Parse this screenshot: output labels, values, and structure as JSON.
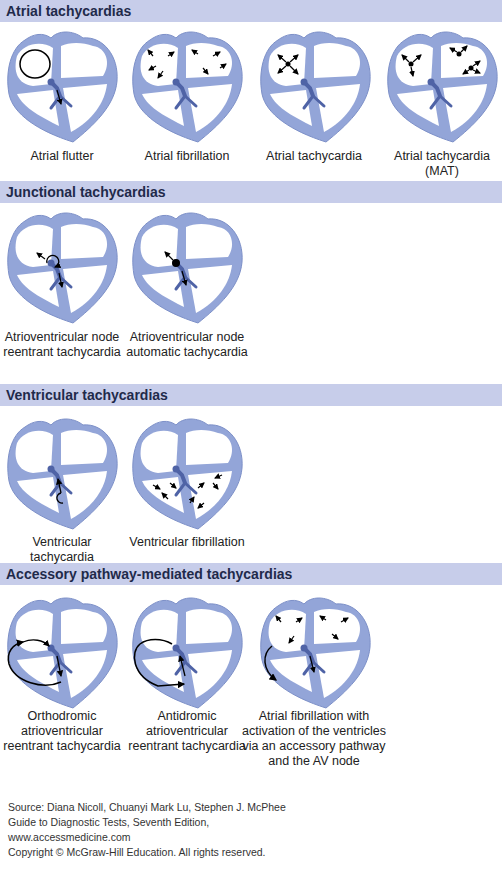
{
  "diagram": {
    "nodes": [
      {
        "text": [
          "Atrial tachycardias"
        ]
      },
      {
        "text": [
          "Junctional tachycardias"
        ]
      },
      {
        "text": [
          "Ventricular tachycardias"
        ]
      },
      {
        "text": [
          "Accessory pathway-mediated tachycardias"
        ]
      }
    ],
    "labels": [
      "Atrial flutter",
      "Atrial fibrillation",
      "Atrial tachycardia",
      "Atrial tachycardia (MAT)",
      "Atrioventricular node reentrant tachycardia",
      "Atrioventricular node automatic tachycardia",
      "Ventricular tachycardia",
      "Ventricular fibrillation",
      "Orthodromic atrioventricular reentrant tachycardia",
      "Antidromic atrioventricular reentrant tachycardia",
      "Atrial fibrillation with activation of the ventricles via an accessory pathway and the AV node",
      "Source: Diana Nicoll, Chuanyi Mark Lu, Stephen J. McPhee",
      "Guide to Diagnostic Tests, Seventh Edition,",
      "www.accessmedicine.com",
      "Copyright © McGraw-Hill Education. All rights reserved."
    ]
  }
}
